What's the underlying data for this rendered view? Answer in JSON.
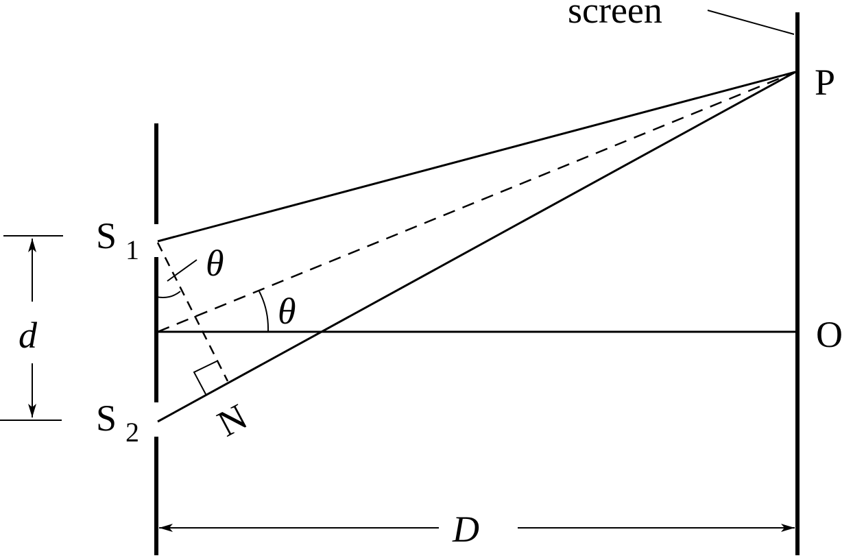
{
  "labels": {
    "screen": "screen",
    "P": "P",
    "O": "O",
    "S1": "S",
    "S1_sub": "1",
    "S2": "S",
    "S2_sub": "2",
    "N": "N",
    "theta_top": "θ",
    "theta_mid": "θ",
    "d": "d",
    "D": "D"
  },
  "colors": {
    "ink": "#000000",
    "background": "#ffffff"
  }
}
